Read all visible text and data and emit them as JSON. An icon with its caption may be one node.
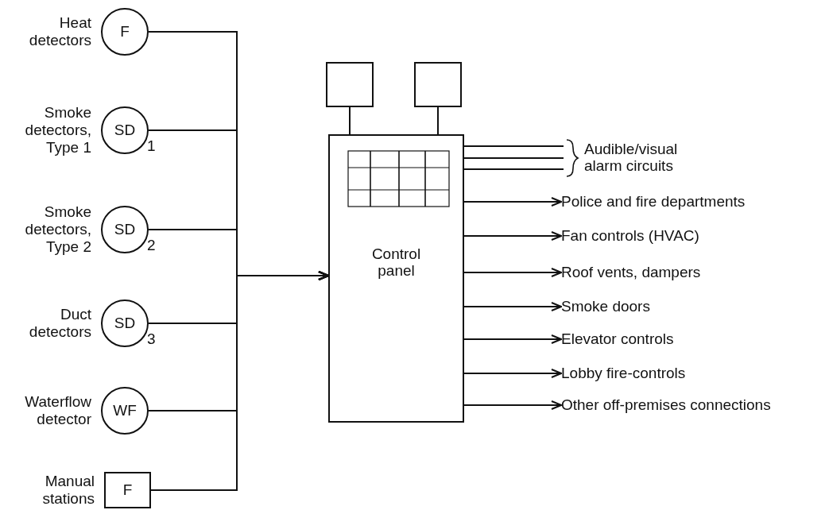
{
  "diagram": {
    "nodes": [
      {
        "text": [
          "F"
        ],
        "beside": [
          "Heat detectors"
        ]
      },
      {
        "text": [
          "SD"
        ],
        "beside": [
          "Smoke detectors, Type 1",
          "1"
        ]
      },
      {
        "text": [
          "SD"
        ],
        "beside": [
          "Smoke detectors, Type 2",
          "2"
        ]
      },
      {
        "text": [
          "SD"
        ],
        "beside": [
          "Duct detectors",
          "3"
        ]
      },
      {
        "text": [
          "WF"
        ],
        "beside": [
          "Waterflow detector"
        ]
      },
      {
        "text": [
          "F"
        ],
        "beside": [
          "Manual stations"
        ]
      },
      {
        "text": [
          "Control panel"
        ]
      },
      {
        "text": [],
        "shape": "box"
      },
      {
        "text": [],
        "shape": "box"
      },
      {
        "text": [
          "Audible/visual alarm circuits"
        ]
      },
      {
        "text": [
          "Police and fire departments"
        ]
      },
      {
        "text": [
          "Fan controls (HVAC)"
        ]
      },
      {
        "text": [
          "Roof vents, dampers"
        ]
      },
      {
        "text": [
          "Smoke doors"
        ]
      },
      {
        "text": [
          "Elevator controls"
        ]
      },
      {
        "text": [
          "Lobby fire-controls"
        ]
      },
      {
        "text": [
          "Other off-premises connections"
        ]
      }
    ],
    "edges": [
      {
        "from": 0,
        "to": 6,
        "arrow": "to"
      },
      {
        "from": 1,
        "to": 6,
        "arrow": "to"
      },
      {
        "from": 2,
        "to": 6,
        "arrow": "to"
      },
      {
        "from": 3,
        "to": 6,
        "arrow": "to"
      },
      {
        "from": 4,
        "to": 6,
        "arrow": "to"
      },
      {
        "from": 5,
        "to": 6,
        "arrow": "to"
      },
      {
        "from": 7,
        "to": 6,
        "arrow": "none"
      },
      {
        "from": 8,
        "to": 6,
        "arrow": "none"
      },
      {
        "from": 6,
        "to": 9,
        "arrow": "none"
      },
      {
        "from": 6,
        "to": 9,
        "arrow": "none"
      },
      {
        "from": 6,
        "to": 9,
        "arrow": "none"
      },
      {
        "from": 6,
        "to": 10,
        "arrow": "to"
      },
      {
        "from": 6,
        "to": 11,
        "arrow": "to"
      },
      {
        "from": 6,
        "to": 12,
        "arrow": "to"
      },
      {
        "from": 6,
        "to": 13,
        "arrow": "to"
      },
      {
        "from": 6,
        "to": 14,
        "arrow": "to"
      },
      {
        "from": 6,
        "to": 15,
        "arrow": "to"
      },
      {
        "from": 6,
        "to": 16,
        "arrow": "to"
      }
    ]
  }
}
